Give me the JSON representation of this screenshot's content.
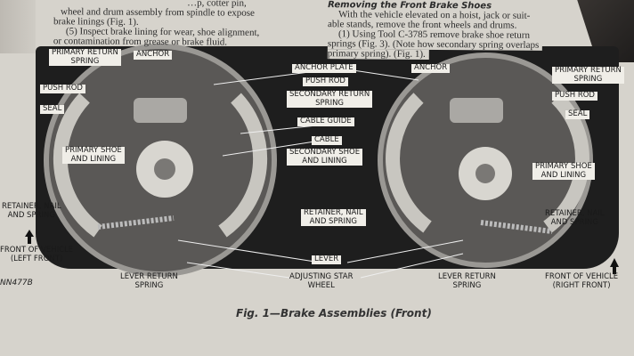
{
  "text_left": {
    "lines": [
      "…p, cotter pin,",
      "wheel and drum assembly from spindle to expose",
      "brake linings (Fig. 1).",
      "(5) Inspect brake lining for wear, shoe alignment,",
      "or contamination from grease or brake fluid."
    ]
  },
  "text_right": {
    "heading": "Removing the Front Brake Shoes",
    "lines": [
      "With the vehicle elevated on a hoist, jack or suit-",
      "able stands, remove the front wheels and drums.",
      "(1) Using Tool C-3785 remove brake shoe return",
      "springs (Fig. 3). (Note how secondary spring overlaps",
      "primary spring). (Fig. 1)."
    ]
  },
  "labels": {
    "l_primary_return_spring": "PRIMARY RETURN\nSPRING",
    "l_anchor": "ANCHOR",
    "l_push_rod": "PUSH ROD",
    "l_seal": "SEAL",
    "l_primary_shoe": "PRIMARY SHOE\nAND LINING",
    "l_retainer": "RETAINER, NAIL\nAND SPRING",
    "l_front": "FRONT OF VEHICLE\n(LEFT FRONT)",
    "l_lever_return": "LEVER RETURN\nSPRING",
    "c_anchor_plate": "ANCHOR PLATE",
    "c_push_rod": "PUSH ROD",
    "c_secondary_return": "SECONDARY RETURN\nSPRING",
    "c_cable_guide": "CABLE GUIDE",
    "c_cable": "CABLE",
    "c_secondary_shoe": "SECONDARY SHOE\nAND LINING",
    "c_retainer": "RETAINER, NAIL\nAND SPRING",
    "c_lever": "LEVER",
    "c_star_wheel": "ADJUSTING STAR\nWHEEL",
    "r_anchor": "ANCHOR",
    "r_primary_return_spring": "PRIMARY RETURN\nSPRING",
    "r_push_rod": "PUSH ROD",
    "r_seal": "SEAL",
    "r_primary_shoe": "PRIMARY SHOE\nAND LINING",
    "r_retainer": "RETAINER, NAIL\nAND SPRING",
    "r_lever_return": "LEVER RETURN\nSPRING",
    "r_front": "FRONT OF VEHICLE\n(RIGHT FRONT)"
  },
  "figure_code": "NN477B",
  "caption": "Fig. 1—Brake Assemblies (Front)"
}
